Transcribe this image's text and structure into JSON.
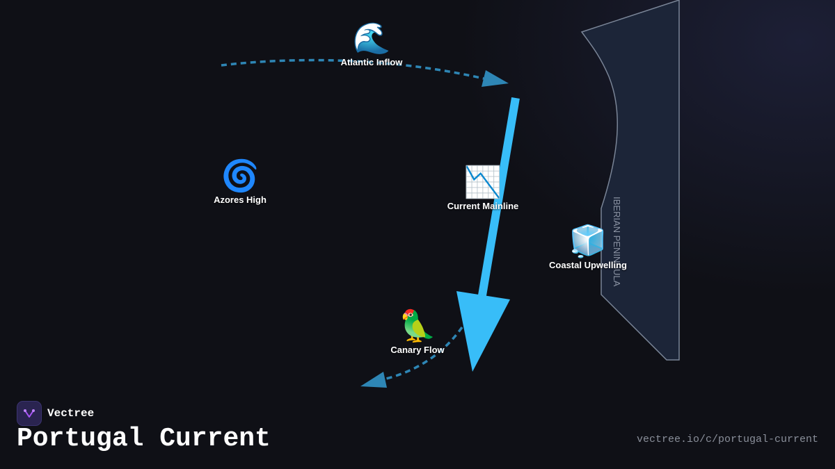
{
  "region": {
    "label": "IBERIAN PENINSULA"
  },
  "nodes": {
    "atlantic_inflow": {
      "icon": "🌊",
      "icon_name": "ocean-wave-icon",
      "label": "Atlantic Inflow"
    },
    "azores_high": {
      "icon": "🌀",
      "icon_name": "cyclone-icon",
      "label": "Azores High"
    },
    "current_mainline": {
      "icon": "📉",
      "icon_name": "chart-decreasing-icon",
      "label": "Current Mainline"
    },
    "coastal_upwelling": {
      "icon": "🧊",
      "icon_name": "ice-cube-icon",
      "label": "Coastal Upwelling"
    },
    "canary_flow": {
      "icon": "🦜",
      "icon_name": "parrot-icon",
      "label": "Canary Flow"
    }
  },
  "brand": {
    "name": "Vectree"
  },
  "title": "Portugal Current",
  "url": "vectree.io/c/portugal-current",
  "colors": {
    "background": "#0f1016",
    "main_arrow": "#38bdf8",
    "dashed_arrow": "#2e86b5",
    "land_fill": "#1c2538",
    "land_stroke": "#7a8597",
    "label_text": "#ffffff",
    "url_text": "#8a8f9a"
  }
}
